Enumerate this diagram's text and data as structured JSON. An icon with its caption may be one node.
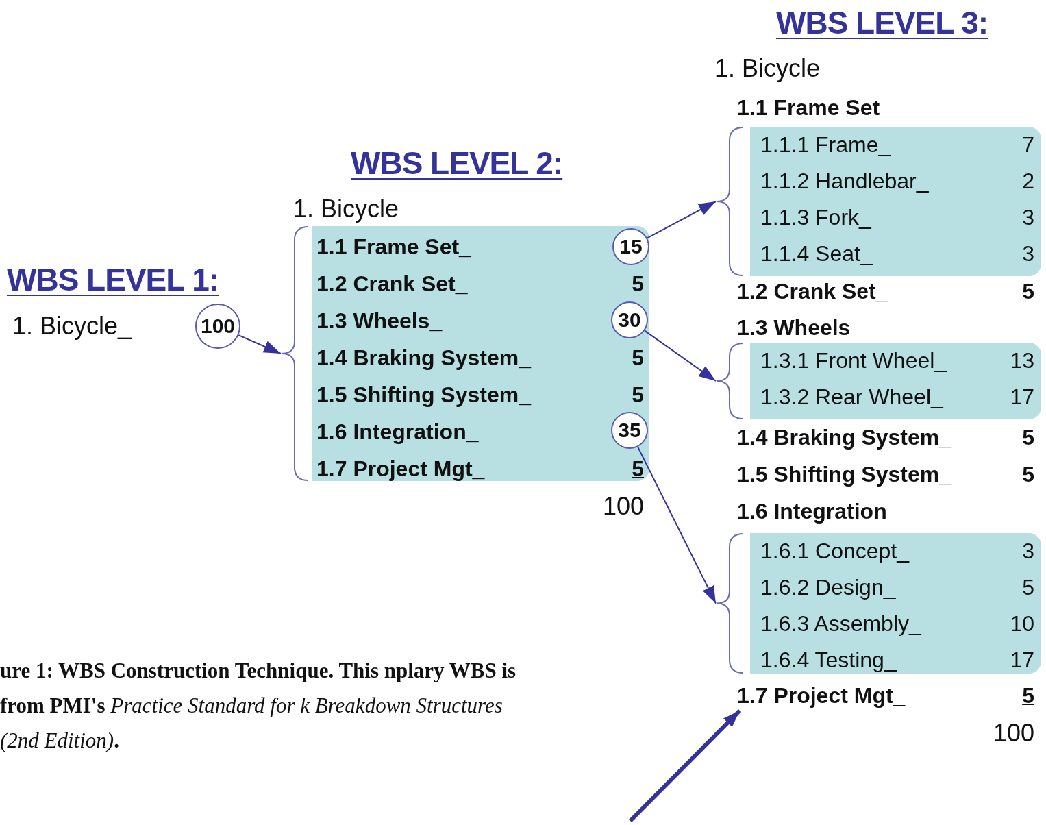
{
  "diagram": {
    "caption": "ure 1: WBS Construction Technique. This nplary WBS is from PMI's *Practice Standard for k Breakdown Structures (2nd Edition)*.",
    "nodes": [
      {
        "text": [
          "100"
        ]
      },
      {
        "text": [
          "1.1 Frame Set_",
          "1.2 Crank Set_",
          "5",
          "1.3 Wheels_",
          "1.4 Braking System_",
          "5",
          "1.5 Shifting System_",
          "5",
          "1.6 Integration_",
          "1.7 Project Mgt_",
          "5"
        ]
      },
      {
        "text": [
          "15"
        ],
        "in": 1
      },
      {
        "text": [
          "30"
        ],
        "in": 1
      },
      {
        "text": [
          "35"
        ],
        "in": 1
      },
      {
        "text": [
          "1.1.1 Frame_",
          "7",
          "1.1.2 Handlebar_",
          "2",
          "1.1.3 Fork_",
          "3",
          "1.1.4 Seat_",
          "3"
        ]
      },
      {
        "text": [
          "1.3.1 Front Wheel_",
          "13",
          "1.3.2 Rear Wheel_",
          "17"
        ]
      },
      {
        "text": [
          "1.6.1 Concept_",
          "3",
          "1.6.2 Design_",
          "5",
          "1.6.3 Assembly_",
          "10",
          "1.6.4 Testing_",
          "17"
        ]
      },
      {
        "text": [
          "1.7 Project Mgt_",
          "5"
        ]
      }
    ],
    "edges": [
      {
        "from": 0,
        "to": 1,
        "arrow": "to"
      },
      {
        "from": 2,
        "to": 5,
        "arrow": "to"
      },
      {
        "from": 3,
        "to": 6,
        "arrow": "to"
      },
      {
        "from": 4,
        "to": 7,
        "arrow": "to"
      },
      {
        "from": null,
        "to": 8,
        "arrow": "to",
        "style": "thick"
      }
    ],
    "labels": [
      "WBS LEVEL 1:",
      "1. Bicycle_",
      "WBS LEVEL 2:",
      "1. Bicycle",
      "100",
      "WBS LEVEL 3:",
      "1. Bicycle",
      "1.1 Frame Set",
      "1.2 Crank Set_",
      "5",
      "1.3 Wheels",
      "1.4 Braking System_",
      "5",
      "1.5 Shifting System_",
      "5",
      "1.6 Integration",
      "100"
    ]
  }
}
